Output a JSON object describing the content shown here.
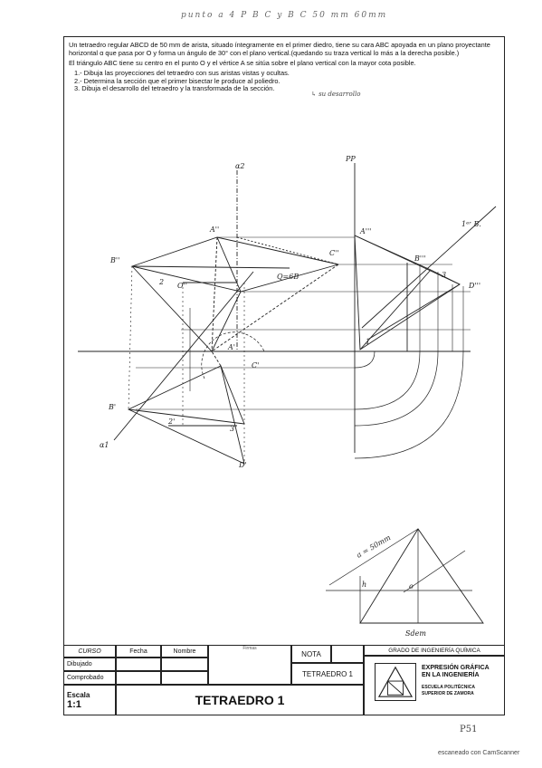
{
  "header": {
    "handwritten_title": "punto a 4 P B C y B C 50 mm 60mm"
  },
  "statement": {
    "para1": "Un tetraedro regular ABCD de 50 mm de arista, situado íntegramente en el primer diedro, tiene su cara ABC apoyada en un plano proyectante horizontal α que pasa por O y forma un ángulo de 30° con el plano vertical.(quedando su traza vertical lo más a la derecha posible.)",
    "para2": "El triángulo ABC tiene su centro en el punto O y el vértice A se sitúa sobre el plano vertical con la mayor cota posible.",
    "items": [
      "1.- Dibuja las proyecciones del tetraedro con sus aristas vistas y ocultas.",
      "2.- Determina la sección que el primer bisectar le produce al poliedro.",
      "3. Dibuja el desarrollo del tetraedro y la transformada de la sección."
    ],
    "handnote": "↳ su desarrollo"
  },
  "drawing_labels": {
    "a2": "α2",
    "pp": "PP",
    "a_top": "A''",
    "b_left": "B''",
    "c_mid": "C''",
    "d3": "D'''",
    "a3": "A'''",
    "bisector": "1ᵉʳ B.",
    "o_mid": "O''",
    "b_bottom": "B'",
    "a1": "α1",
    "point2": "2'",
    "point3": "3'",
    "d_low": "D'",
    "c_low": "C'",
    "a_low": "A'",
    "eq": "Q=6B",
    "b3": "B'''",
    "n1": "1",
    "n3": "3",
    "n2": "2",
    "sec_a": "a = 50mm",
    "sec_h": "h",
    "sec_o": "o",
    "sec_sign": "Sdem"
  },
  "title_block": {
    "curso": "CURSO",
    "fecha": "Fecha",
    "nombre": "Nombre",
    "firmas": "Firmas",
    "dibujado": "Dibujado",
    "comprobado": "Comprobado",
    "nota": "NOTA",
    "sheet_name": "TETRAEDRO 1",
    "escala": "Escala",
    "escala_value": "1:1",
    "main_title": "TETRAEDRO 1",
    "grado": "GRADO DE INGENIERÍA QUÍMICA",
    "brand_1": "EXPRESIÓN GRÁFICA",
    "brand_2": "EN LA INGENIERÍA",
    "school_1": "ESCUELA POLITÉCNICA",
    "school_2": "SUPERIOR DE ZAMORA"
  },
  "footer": {
    "page_mark": "P51",
    "scanner": "escaneado con CamScanner"
  }
}
